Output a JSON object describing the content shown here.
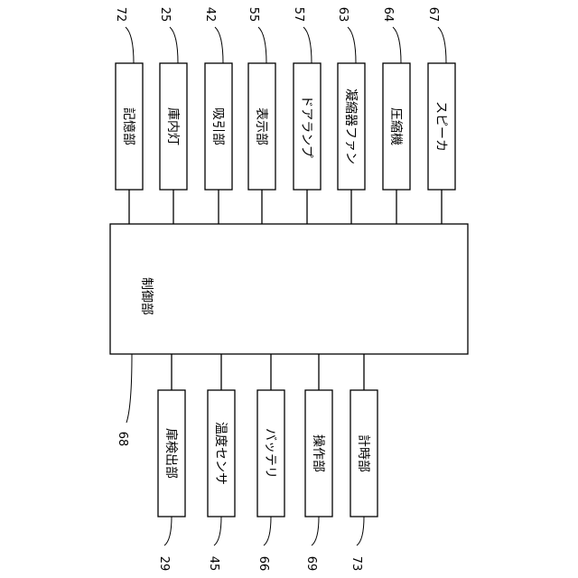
{
  "controller": {
    "number": "68",
    "label": "制御部"
  },
  "outputs": [
    {
      "number": "72",
      "label": "記憶部"
    },
    {
      "number": "25",
      "label": "庫内灯"
    },
    {
      "number": "42",
      "label": "吸引部"
    },
    {
      "number": "55",
      "label": "表示部"
    },
    {
      "number": "57",
      "label": "ドアランプ"
    },
    {
      "number": "63",
      "label": "凝縮器ファン"
    },
    {
      "number": "64",
      "label": "圧縮機"
    },
    {
      "number": "67",
      "label": "スピーカ"
    }
  ],
  "inputs": [
    {
      "number": "29",
      "label": "扉検出部"
    },
    {
      "number": "45",
      "label": "温度センサ"
    },
    {
      "number": "66",
      "label": "バッテリ"
    },
    {
      "number": "69",
      "label": "操作部"
    },
    {
      "number": "73",
      "label": "計時部"
    }
  ]
}
